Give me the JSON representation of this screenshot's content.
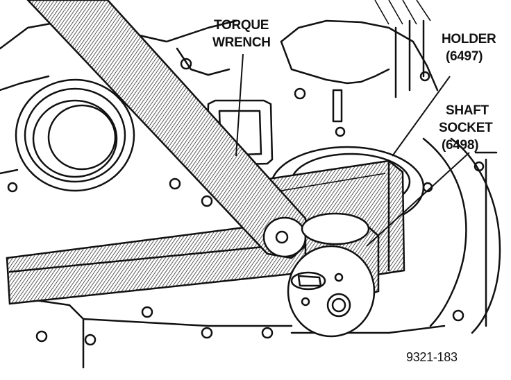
{
  "callouts": {
    "torque_wrench_line1": "TORQUE",
    "torque_wrench_line2": "WRENCH",
    "holder_line1": "HOLDER",
    "holder_line2": "(6497)",
    "shaft_socket_line1": "SHAFT",
    "shaft_socket_line2": "SOCKET",
    "shaft_socket_line3": "(6498)"
  },
  "figure_number": "9321-183",
  "colors": {
    "ink": "#111111",
    "paper": "#ffffff"
  }
}
